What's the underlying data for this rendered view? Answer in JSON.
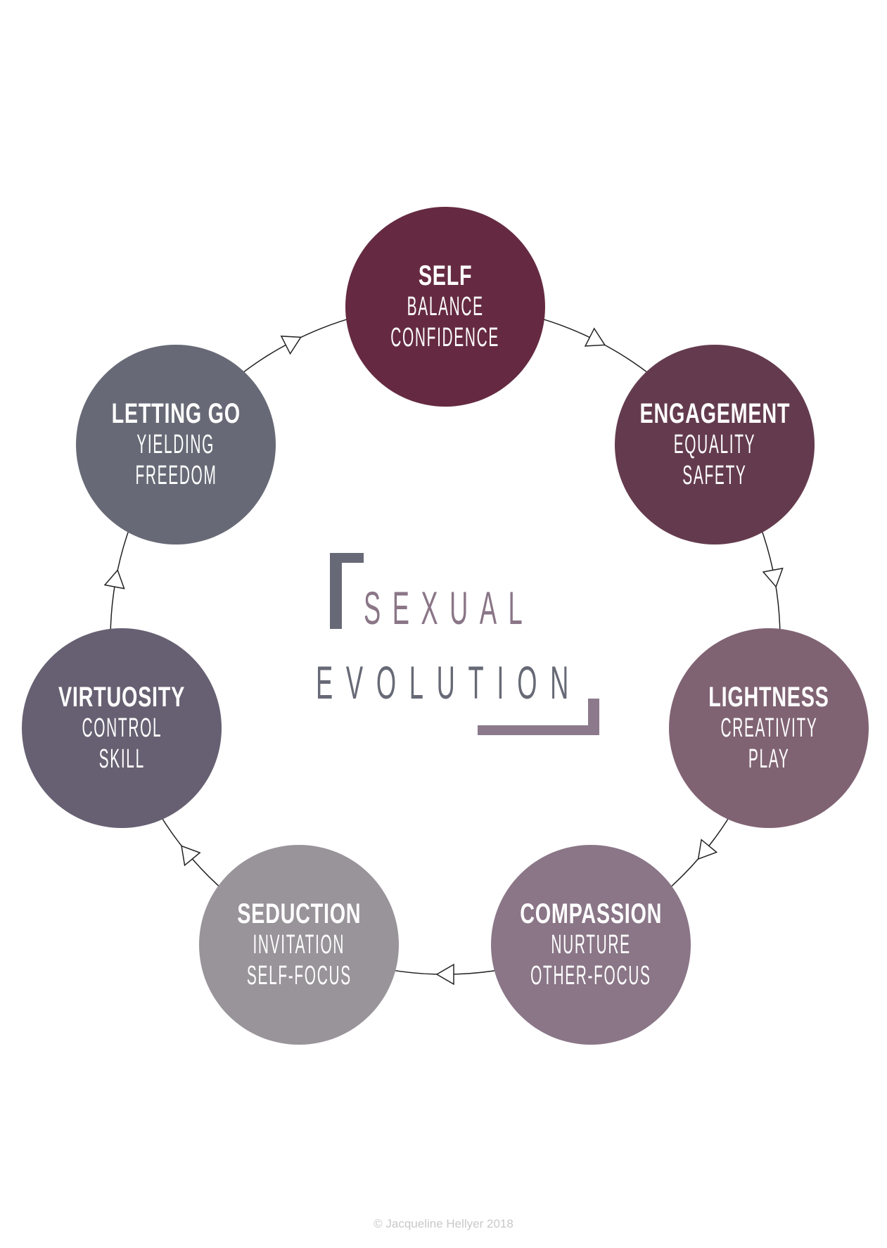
{
  "title": {
    "line1": "SEXUAL",
    "line2": "EVOLUTION",
    "line1_color": "#8a7687",
    "line2_color": "#676a76"
  },
  "stages": [
    {
      "title": "SELF",
      "sub1": "BALANCE",
      "sub2": "CONFIDENCE",
      "color": "#652a42"
    },
    {
      "title": "ENGAGEMENT",
      "sub1": "EQUALITY",
      "sub2": "SAFETY",
      "color": "#643b4e"
    },
    {
      "title": "LIGHTNESS",
      "sub1": "CREATIVITY",
      "sub2": "PLAY",
      "color": "#806373"
    },
    {
      "title": "COMPASSION",
      "sub1": "NURTURE",
      "sub2": "OTHER-FOCUS",
      "color": "#8a7687"
    },
    {
      "title": "SEDUCTION",
      "sub1": "INVITATION",
      "sub2": "SELF-FOCUS",
      "color": "#99939a"
    },
    {
      "title": "VIRTUOSITY",
      "sub1": "CONTROL",
      "sub2": "SKILL",
      "color": "#676072"
    },
    {
      "title": "LETTING GO",
      "sub1": "YIELDING",
      "sub2": "FREEDOM",
      "color": "#676a76"
    }
  ],
  "copyright": "© Jacqueline Hellyer 2018"
}
